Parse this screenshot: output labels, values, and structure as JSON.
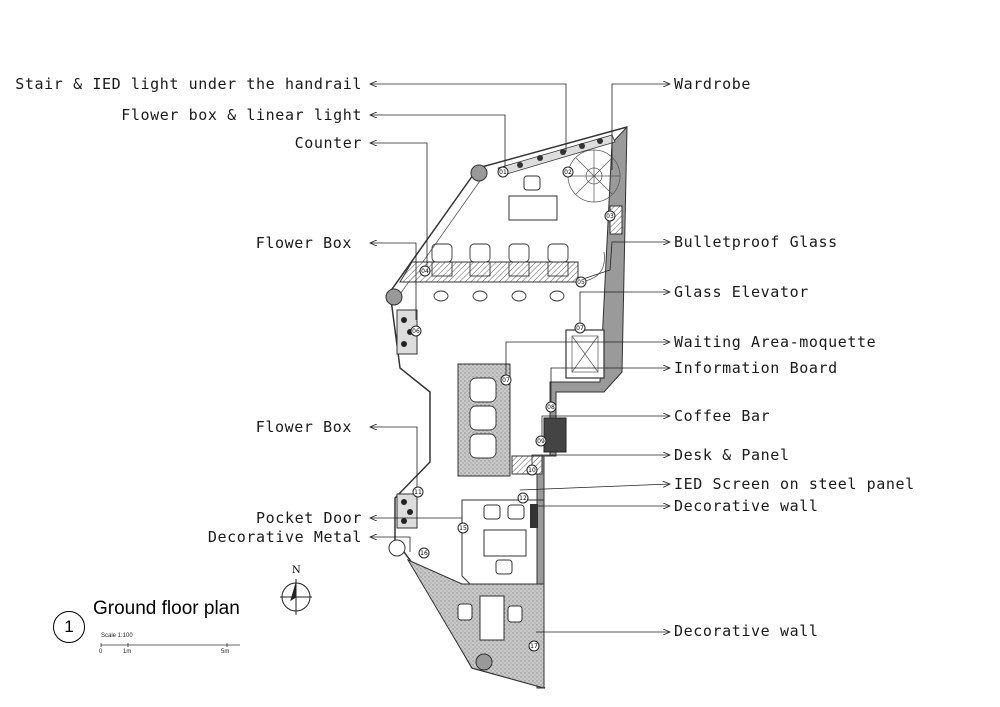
{
  "labels": {
    "stair": "Stair & IED light under the handrail",
    "flower_linear": "Flower box & linear light",
    "counter": "Counter",
    "flower_box_1": "Flower Box",
    "flower_box_2": "Flower Box",
    "pocket_door": "Pocket Door",
    "decorative_metal": "Decorative Metal",
    "wardrobe": "Wardrobe",
    "bulletproof": "Bulletproof Glass",
    "glass_elevator": "Glass Elevator",
    "waiting": "Waiting Area-moquette",
    "info_board": "Information Board",
    "coffee_bar": "Coffee Bar",
    "desk_panel": "Desk & Panel",
    "ied_screen": "IED Screen on steel panel",
    "deco_wall_1": "Decorative wall",
    "deco_wall_2": "Decorative wall"
  },
  "tags": [
    "01",
    "02",
    "03",
    "04",
    "05",
    "06",
    "07",
    "08",
    "09",
    "10",
    "11",
    "12",
    "15",
    "16",
    "17"
  ],
  "title": {
    "number": "1",
    "text": "Ground floor plan",
    "scale": "Scale 1:100",
    "ticks": [
      "0",
      "1m",
      "5m"
    ],
    "north": "N"
  },
  "colors": {
    "ink": "#1a1a1a",
    "hatch": "#9a9a9a",
    "wall": "#888888"
  }
}
